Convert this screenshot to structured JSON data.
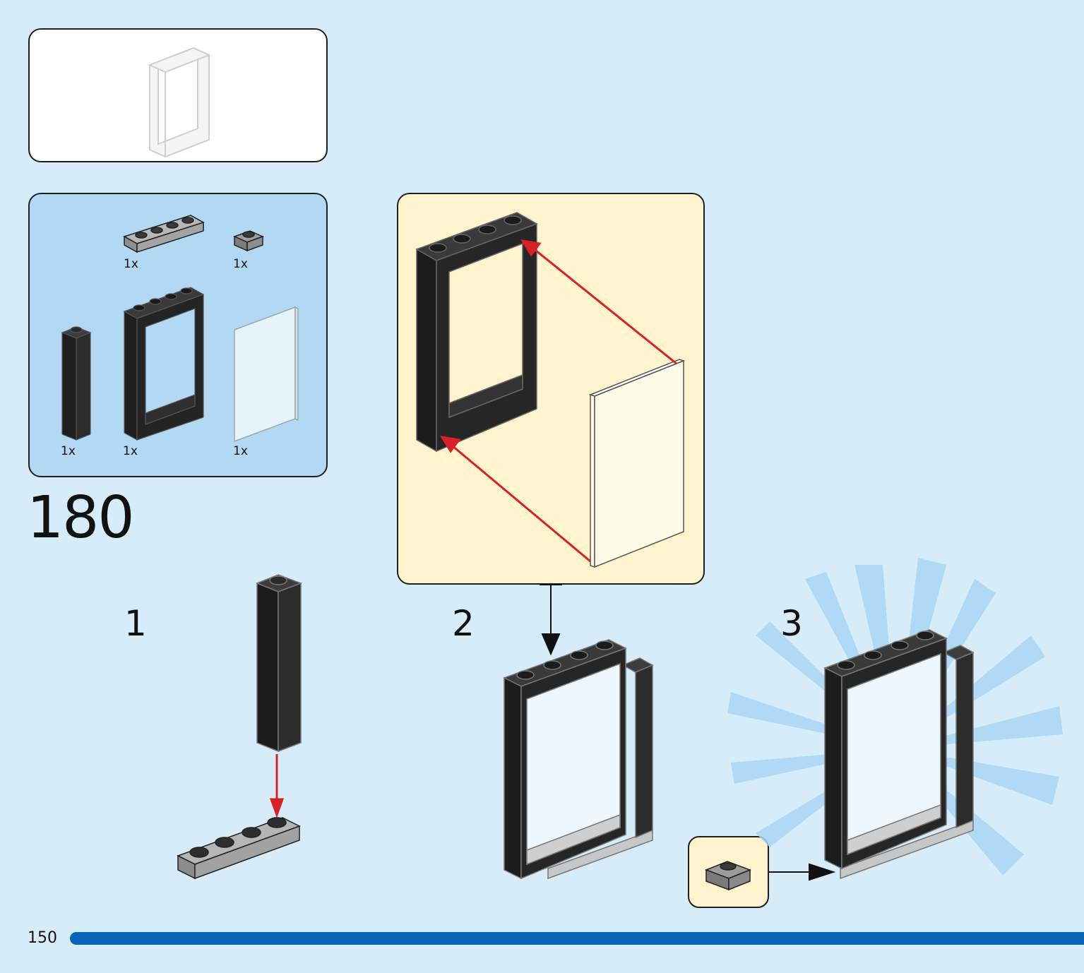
{
  "page": {
    "page_number": "150",
    "step_number": "180",
    "background_color": "#d6ecf9",
    "progress_color": "#0864b8",
    "arrow_color": "#d92027"
  },
  "parts_list": {
    "items": [
      {
        "name": "plate-1x4-light-gray-icon",
        "qty": "1x"
      },
      {
        "name": "plate-1x1-dark-gray-icon",
        "qty": "1x"
      },
      {
        "name": "brick-1x1x5-black-icon",
        "qty": "1x"
      },
      {
        "name": "door-frame-1x4x6-black-icon",
        "qty": "1x"
      },
      {
        "name": "glass-panel-icon",
        "qty": "1x"
      }
    ]
  },
  "sub_steps": [
    {
      "number": "1"
    },
    {
      "number": "2"
    },
    {
      "number": "3"
    }
  ]
}
